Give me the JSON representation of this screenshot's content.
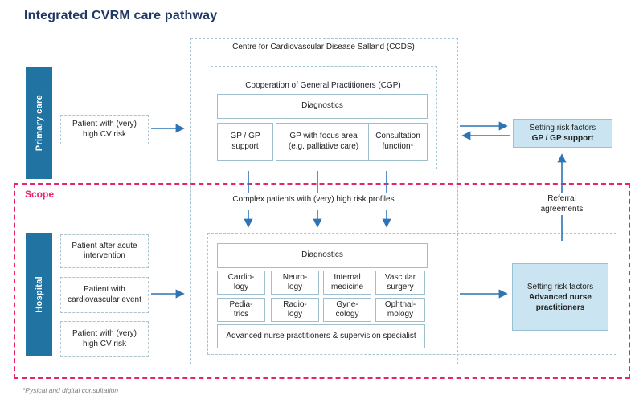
{
  "title": "Integrated CVRM care pathway",
  "footnote": "*Pysical and digital consultation",
  "colors": {
    "title_navy": "#1F3864",
    "lane_bar_blue": "#2173A2",
    "arrow_blue": "#2E74B5",
    "light_blue_fill": "#CAE4F1",
    "light_blue_border": "#97C2D6",
    "dashed_border_blue_gray": "#A6C5D2",
    "scope_pink": "#E8246E",
    "text_dark": "#222222"
  },
  "lanes": {
    "primary_care": "Primary care",
    "hospital": "Hospital"
  },
  "primary_care": {
    "patient_box": "Patient with (very)\nhigh CV risk"
  },
  "ccds": {
    "label": "Centre for Cardiovascular Disease Salland (CCDS)",
    "cgp": {
      "label": "Cooperation of General Practitioners (CGP)",
      "diagnostics": "Diagnostics",
      "gp_support": "GP / GP\nsupport",
      "gp_focus": "GP with focus area\n(e.g. palliative care)",
      "consultation": "Consultation\nfunction*"
    }
  },
  "scope": {
    "label": "Scope"
  },
  "flow": {
    "complex_patients": "Complex patients with (very) high risk profiles"
  },
  "hospital_section": {
    "patients": [
      "Patient after acute\nintervention",
      "Patient with\ncardiovascular event",
      "Patient with (very)\nhigh CV risk"
    ],
    "diagnostics": "Diagnostics",
    "specialties": [
      "Cardio-\nlogy",
      "Neuro-\nlogy",
      "Internal\nmedicine",
      "Vascular\nsurgery",
      "Pedia-\ntrics",
      "Radio-\nlogy",
      "Gyne-\ncology",
      "Ophthal-\nmology"
    ],
    "anp": "Advanced nurse practitioners & supervision specialist"
  },
  "right_panel": {
    "setting_gp": {
      "line1": "Setting risk factors",
      "line2": "GP / GP support"
    },
    "setting_anp": {
      "line1": "Setting risk factors",
      "line2": "Advanced nurse\npractitioners"
    },
    "referral": "Referral\nagreements"
  }
}
